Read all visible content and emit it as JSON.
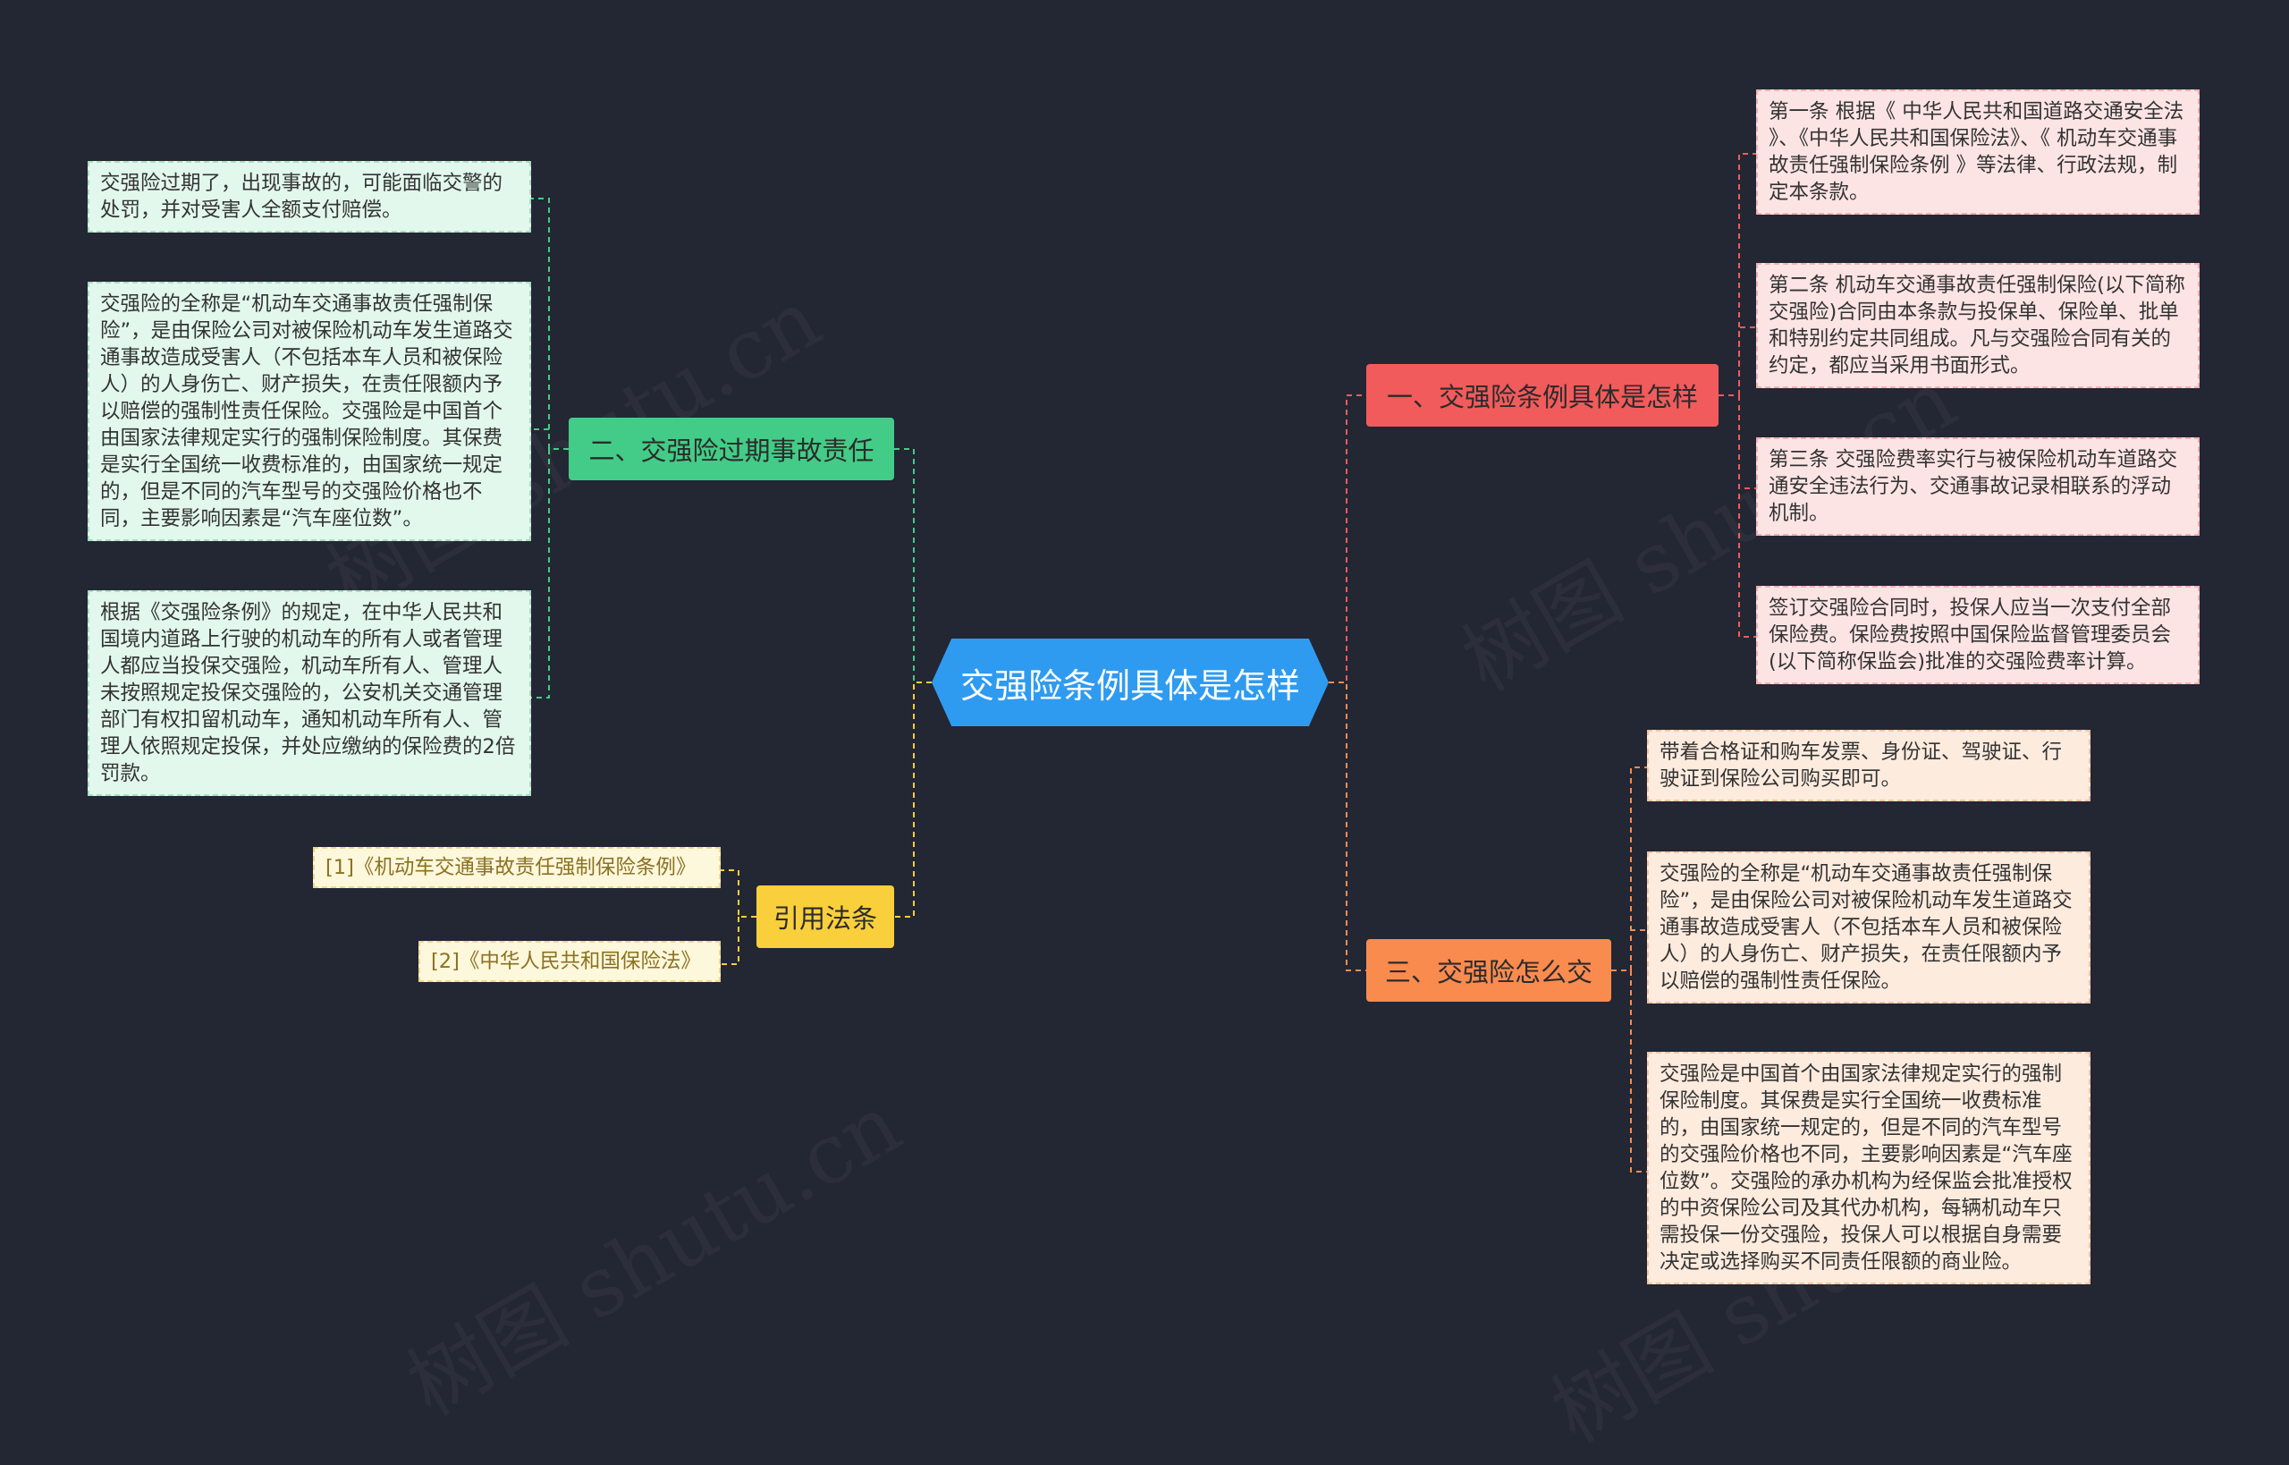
{
  "root": {
    "label": "交强险条例具体是怎样"
  },
  "branches": {
    "b1": {
      "label": "一、交强险条例具体是怎样",
      "leaves": [
        "第一条 根据《 中华人民共和国道路交通安全法 》、《中华人民共和国保险法》、《 机动车交通事故责任强制保险条例 》等法律、行政法规，制定本条款。",
        "第二条 机动车交通事故责任强制保险(以下简称交强险)合同由本条款与投保单、保险单、批单和特别约定共同组成。凡与交强险合同有关的约定，都应当采用书面形式。",
        "第三条 交强险费率实行与被保险机动车道路交通安全违法行为、交通事故记录相联系的浮动机制。",
        "签订交强险合同时，投保人应当一次支付全部保险费。保险费按照中国保险监督管理委员会(以下简称保监会)批准的交强险费率计算。"
      ]
    },
    "b2": {
      "label": "二、交强险过期事故责任",
      "leaves": [
        "交强险过期了，出现事故的，可能面临交警的处罚，并对受害人全额支付赔偿。",
        "交强险的全称是“机动车交通事故责任强制保险”，是由保险公司对被保险机动车发生道路交通事故造成受害人（不包括本车人员和被保险人）的人身伤亡、财产损失，在责任限额内予以赔偿的强制性责任保险。交强险是中国首个由国家法律规定实行的强制保险制度。其保费是实行全国统一收费标准的，由国家统一规定的，但是不同的汽车型号的交强险价格也不同，主要影响因素是“汽车座位数”。",
        "根据《交强险条例》的规定，在中华人民共和国境内道路上行驶的机动车的所有人或者管理人都应当投保交强险，机动车所有人、管理人未按照规定投保交强险的，公安机关交通管理部门有权扣留机动车，通知机动车所有人、管理人依照规定投保，并处应缴纳的保险费的2倍罚款。"
      ]
    },
    "b3": {
      "label": "三、交强险怎么交",
      "leaves": [
        "带着合格证和购车发票、身份证、驾驶证、行驶证到保险公司购买即可。",
        "交强险的全称是“机动车交通事故责任强制保险”，是由保险公司对被保险机动车发生道路交通事故造成受害人（不包括本车人员和被保险人）的人身伤亡、财产损失，在责任限额内予以赔偿的强制性责任保险。",
        "交强险是中国首个由国家法律规定实行的强制保险制度。其保费是实行全国统一收费标准的，由国家统一规定的，但是不同的汽车型号的交强险价格也不同，主要影响因素是“汽车座位数”。交强险的承办机构为经保监会批准授权的中资保险公司及其代办机构，每辆机动车只需投保一份交强险，投保人可以根据自身需要决定或选择购买不同责任限额的商业险。"
      ]
    },
    "b4": {
      "label": "引用法条",
      "leaves": [
        "[1]《机动车交通事故责任强制保险条例》",
        "[2]《中华人民共和国保险法》"
      ]
    }
  },
  "colors": {
    "background": "#232633",
    "root": "#2f9bf0",
    "branch1": "#f25b5b",
    "branch2": "#43cc87",
    "branch3": "#fa8b4f",
    "branch4": "#f9cf3c"
  },
  "watermark": "树图 shutu.cn"
}
